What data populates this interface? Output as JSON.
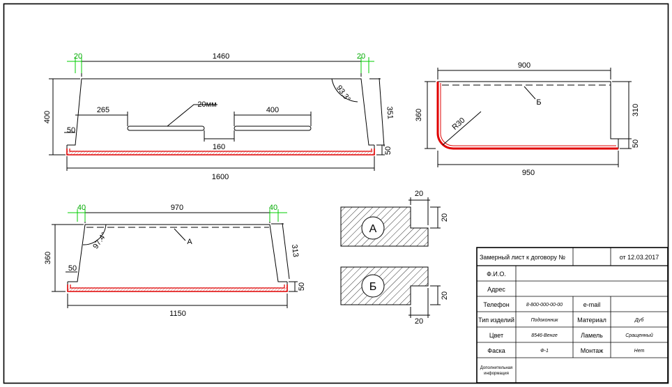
{
  "views": {
    "top": {
      "left_margin": "20",
      "length": "1460",
      "right_margin": "20",
      "height": "400",
      "side_right": "351",
      "angle": "93.3°",
      "slot_offset": "265",
      "slot_label": "20мм",
      "slot_length": "400",
      "slot_gap": "160",
      "lip": "50",
      "edge": "50",
      "total_length": "1600"
    },
    "right": {
      "top_length": "900",
      "depth": "360",
      "radius": "R30",
      "profile_label": "Б",
      "side_right": "310",
      "edge": "50",
      "total_length": "950"
    },
    "bottom": {
      "left_margin": "40",
      "length": "970",
      "right_margin": "40",
      "depth": "360",
      "angle": "97.4°",
      "profile_label": "А",
      "side_right": "313",
      "lip": "50",
      "edge": "50",
      "total_length": "1150"
    },
    "profile_a": {
      "label": "А",
      "dim_top": "20",
      "dim_side": "20"
    },
    "profile_b": {
      "label": "Б",
      "dim_side": "20",
      "dim_bottom": "20"
    }
  },
  "title_block": {
    "title": "Замерный лист к договору №",
    "date": "от 12.03.2017",
    "rows": {
      "fio_label": "Ф.И.О.",
      "address_label": "Адрес",
      "phone_label": "Телефон",
      "phone_value": "8-800-000-00-00",
      "email_label": "e-mail",
      "type_label": "Тип изделий",
      "type_value": "Подоконник",
      "material_label": "Материал",
      "material_value": "Дуб",
      "color_label": "Цвет",
      "color_value": "8546-Венге",
      "lamel_label": "Ламель",
      "lamel_value": "Сращенный",
      "chamfer_label": "Фаска",
      "chamfer_value": "Ф-1",
      "mount_label": "Монтаж",
      "mount_value": "Нет",
      "extra_label_1": "Дополнительная",
      "extra_label_2": "информация"
    }
  },
  "colors": {
    "line": "#000000",
    "edge_band": "#e00000",
    "green_dim": "#00cc00"
  }
}
